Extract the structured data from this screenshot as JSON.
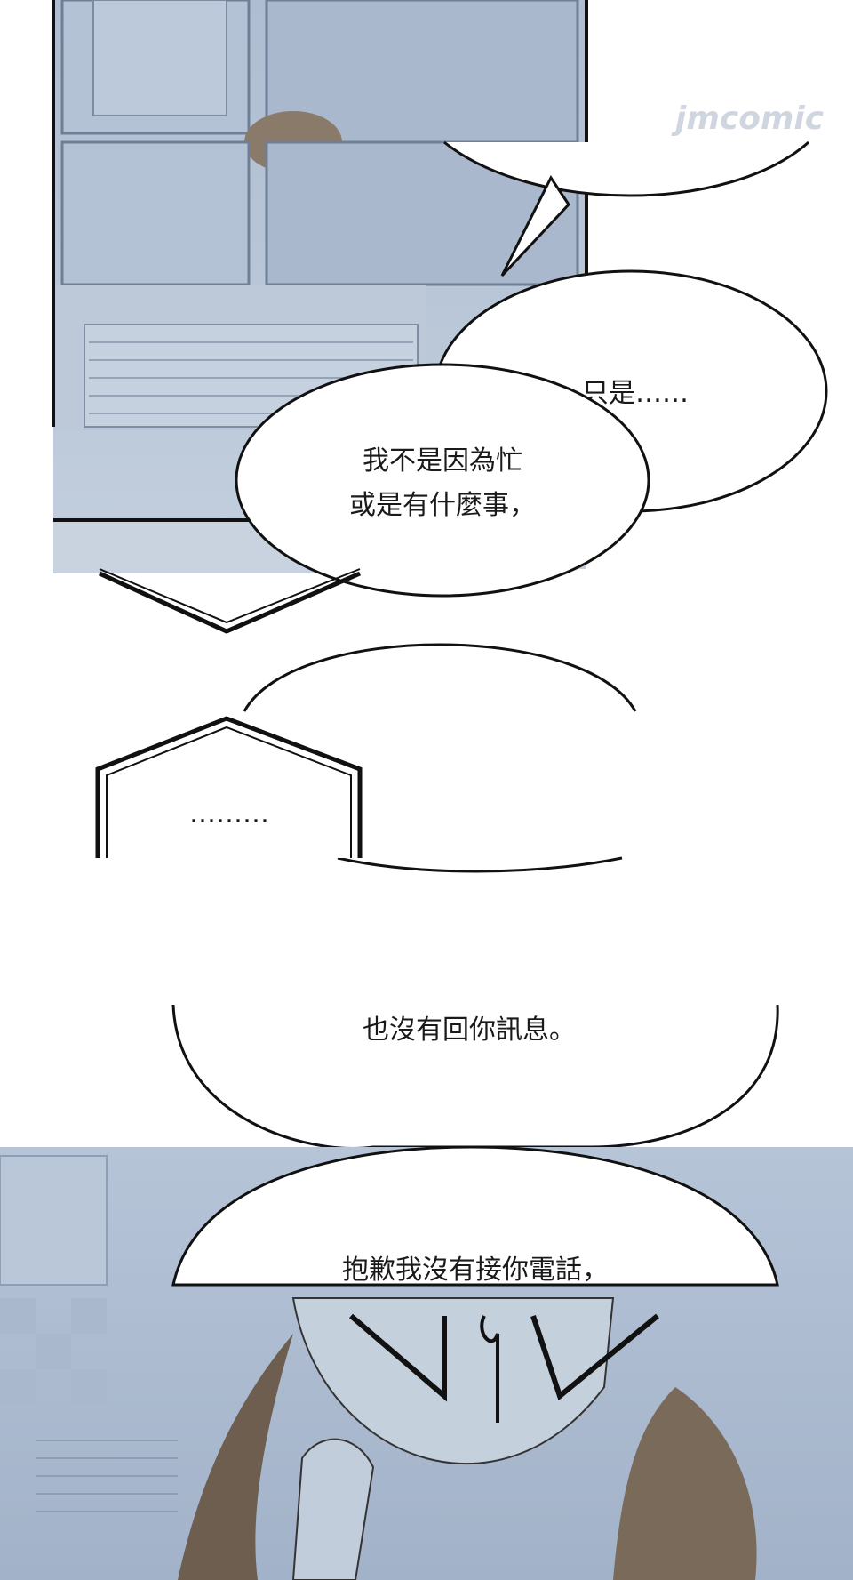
{
  "watermark": "jmcomic",
  "bubbles": {
    "b1_line1": "只是……",
    "b2_line1": "我不是因為忙",
    "b2_line2": "或是有什麼事，",
    "b3_line1": "………",
    "b4_line1": "也沒有回你訊息。",
    "b5_line1": "抱歉我沒有接你電話，"
  },
  "colors": {
    "panel_bg": "#b8c6d8",
    "panel_dark": "#a4b4c8",
    "ink": "#111111",
    "bubble": "#ffffff"
  }
}
